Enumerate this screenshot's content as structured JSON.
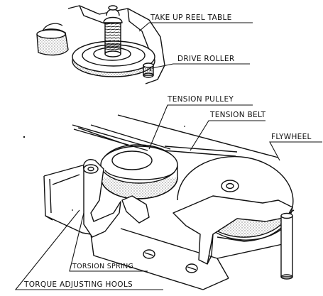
{
  "labels": {
    "take_up_reel_table": "TAKE UP REEL TABLE",
    "drive_roller": "DRIVE ROLLER",
    "tension_pulley": "TENSION PULLEY",
    "tension_belt": "TENSION BELT",
    "flywheel": "FLYWHEEL",
    "torsion_spring": "TORSION SPRING",
    "torque_adjusting_hools": "TORQUE ADJUSTING HOOLS"
  },
  "colors": {
    "line": "#111111",
    "background": "#ffffff",
    "stipple": "#444444"
  }
}
